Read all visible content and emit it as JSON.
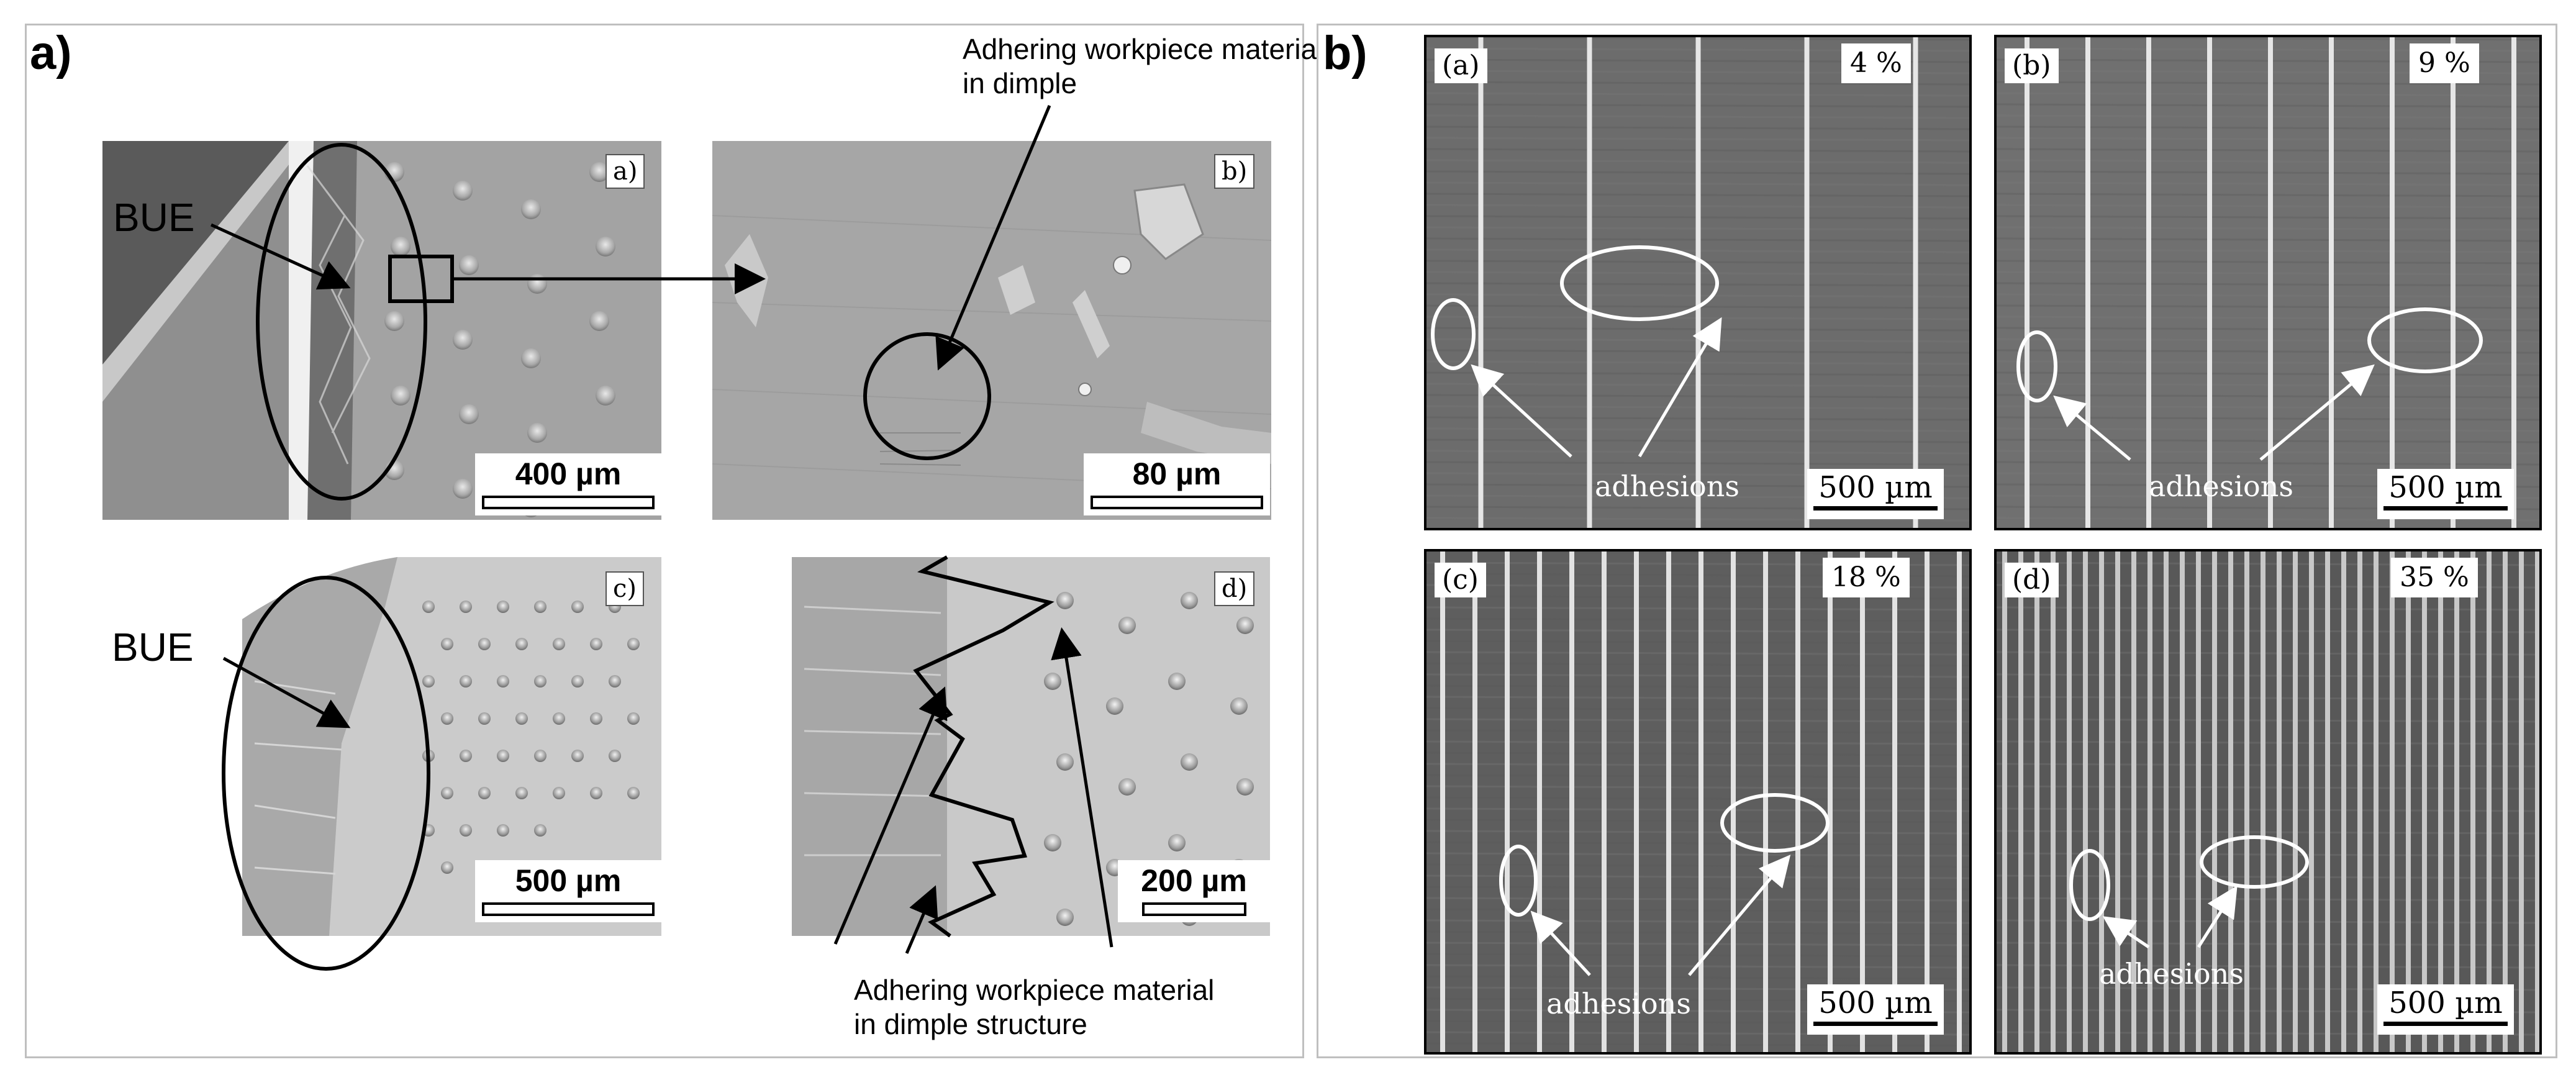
{
  "panel_a": {
    "letter": "a)",
    "subfigures": [
      {
        "tag": "a)",
        "scale": "400 µm"
      },
      {
        "tag": "b)",
        "scale": "80 µm"
      },
      {
        "tag": "c)",
        "scale": "500 µm"
      },
      {
        "tag": "d)",
        "scale": "200 µm"
      }
    ],
    "bue_label_top": "BUE",
    "bue_label_bottom": "BUE",
    "annotation_top": [
      "Adhering workpiece material",
      "in dimple"
    ],
    "annotation_bottom": [
      "Adhering workpiece material",
      "in dimple structure"
    ]
  },
  "panel_b": {
    "letter": "b)",
    "subfigures": [
      {
        "tag": "(a)",
        "percent": "4 %",
        "adhesions": "adhesions",
        "scale": "500 µm"
      },
      {
        "tag": "(b)",
        "percent": "9 %",
        "adhesions": "adhesions",
        "scale": "500 µm"
      },
      {
        "tag": "(c)",
        "percent": "18 %",
        "adhesions": "adhesions",
        "scale": "500 µm"
      },
      {
        "tag": "(d)",
        "percent": "35 %",
        "adhesions": "adhesions",
        "scale": "500 µm"
      }
    ]
  }
}
